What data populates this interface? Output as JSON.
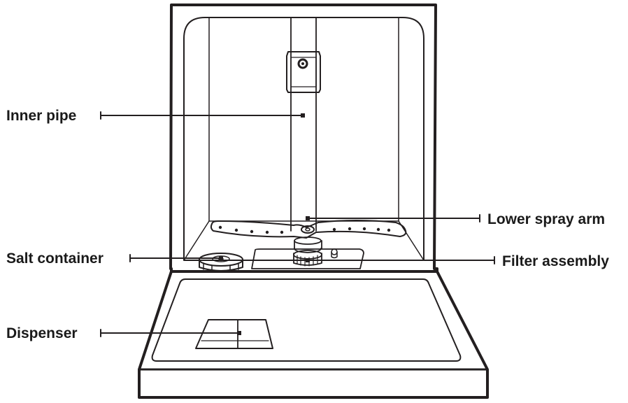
{
  "callouts": {
    "inner_pipe": "Inner pipe",
    "lower_spray_arm": "Lower spray arm",
    "salt_container": "Salt container",
    "filter_assembly": "Filter assembly",
    "dispenser": "Dispenser"
  }
}
